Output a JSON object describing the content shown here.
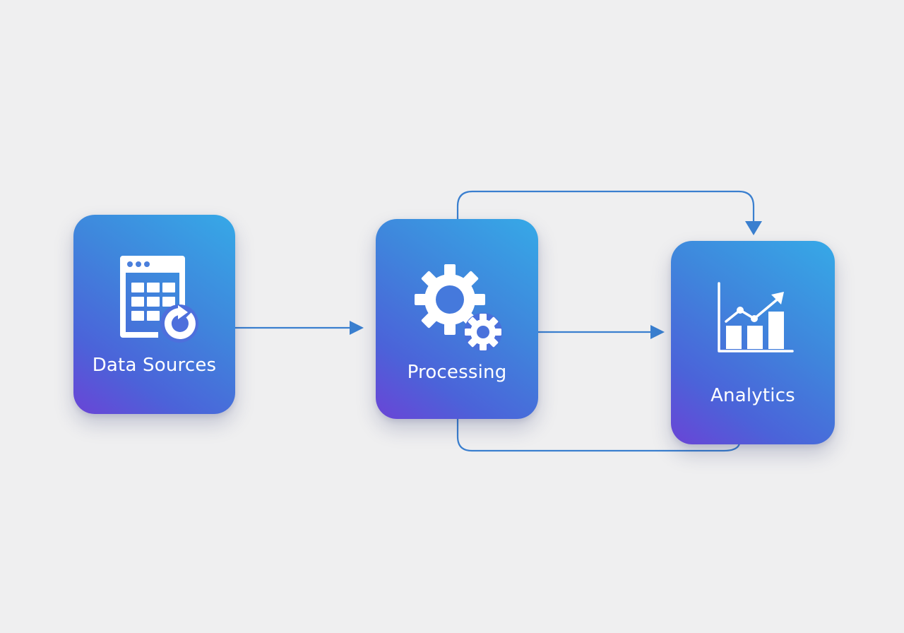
{
  "diagram": {
    "type": "flowchart",
    "colors": {
      "background": "#efeff0",
      "node_gradient_top": "#36a9e7",
      "node_gradient_bottom": "#6a44d6",
      "connector": "#3a7fcf",
      "icon": "#ffffff"
    },
    "nodes": [
      {
        "id": "data-sources",
        "label": "Data Sources",
        "icon": "spreadsheet-refresh-icon"
      },
      {
        "id": "processing",
        "label": "Processing",
        "icon": "gears-icon"
      },
      {
        "id": "analytics",
        "label": "Analytics",
        "icon": "bar-chart-trend-icon"
      }
    ],
    "edges": [
      {
        "from": "data-sources",
        "to": "processing",
        "style": "straight-arrow"
      },
      {
        "from": "processing",
        "to": "analytics",
        "style": "straight-arrow"
      },
      {
        "from": "processing",
        "to": "analytics",
        "style": "elbow-over-top-arrow"
      },
      {
        "from": "processing",
        "to": "analytics",
        "style": "elbow-under-bottom-line"
      }
    ]
  }
}
